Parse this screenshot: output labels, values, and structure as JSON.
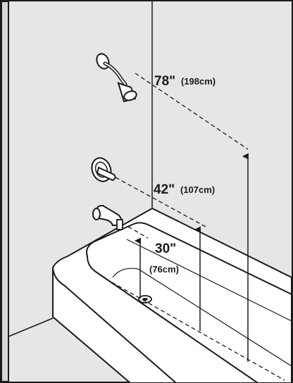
{
  "colors": {
    "wall": "#e4e4e4",
    "tub": "#ffffff",
    "outline": "#1a1a1a",
    "guide": "#1a1a1a"
  },
  "dimensions": {
    "shower_head": {
      "imperial": "78\"",
      "metric": "(198cm)"
    },
    "valve": {
      "imperial": "42\"",
      "metric": "(107cm)"
    },
    "spout": {
      "imperial": "30\"",
      "metric": "(76cm)"
    }
  },
  "icons": [
    "shower-head-icon",
    "valve-handle-icon",
    "tub-spout-icon",
    "drain-icon"
  ]
}
